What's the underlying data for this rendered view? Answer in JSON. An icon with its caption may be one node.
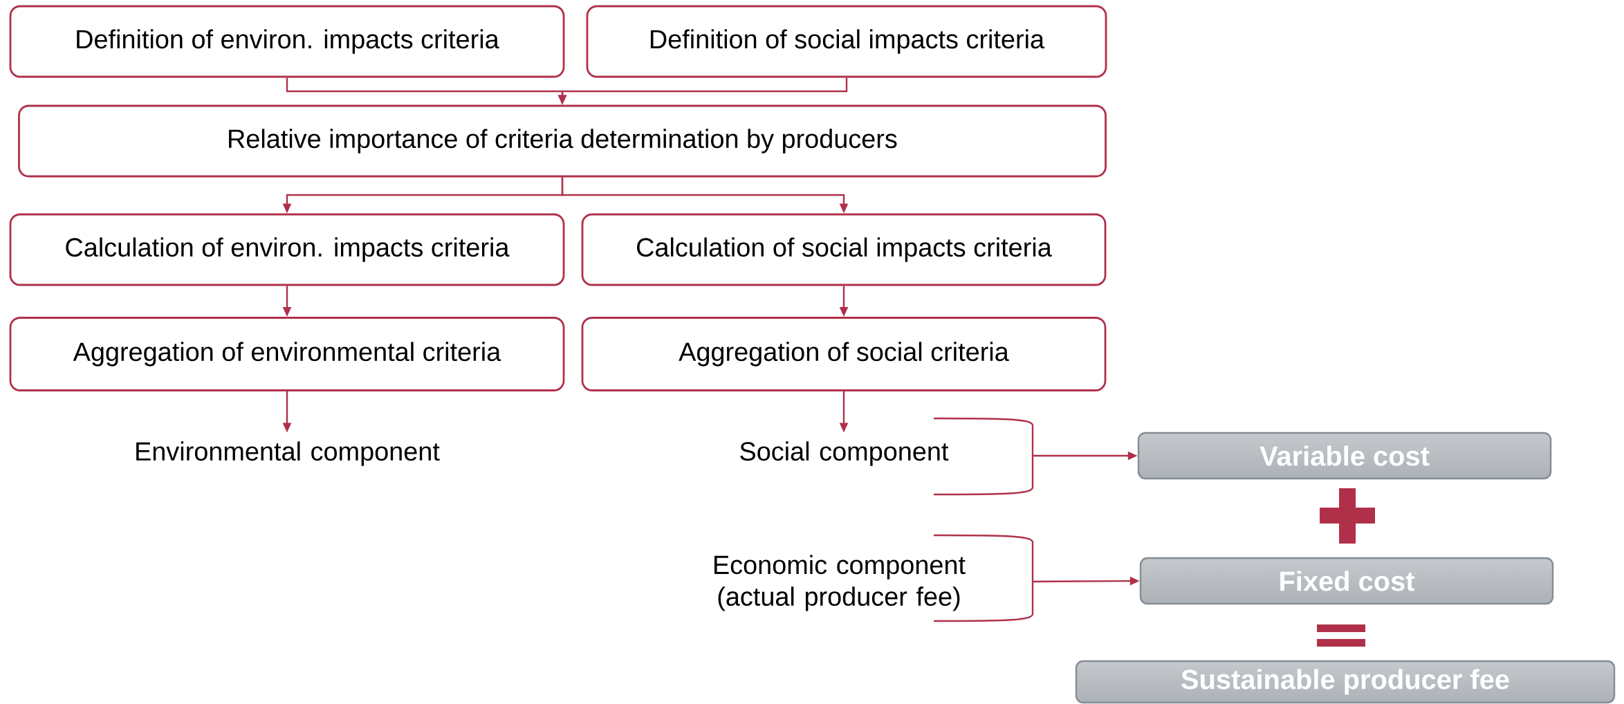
{
  "diagram": {
    "nodes": [
      {
        "text": [
          "Definition of environ. impacts criteria"
        ]
      },
      {
        "text": [
          "Definition of social impacts criteria"
        ]
      },
      {
        "text": [
          "Relative importance of criteria determination by producers"
        ]
      },
      {
        "text": [
          "Calculation of environ. impacts criteria"
        ]
      },
      {
        "text": [
          "Calculation of social impacts criteria"
        ]
      },
      {
        "text": [
          "Aggregation of environmental criteria"
        ]
      },
      {
        "text": [
          "Aggregation of social criteria"
        ]
      },
      {
        "text": [
          "Environmental component"
        ]
      },
      {
        "text": [
          "Social component"
        ]
      },
      {
        "text": [
          "Economic component (actual producer fee)"
        ]
      },
      {
        "text": [
          "Variable cost"
        ]
      },
      {
        "text": [
          "Fixed cost"
        ]
      },
      {
        "text": [
          "Sustainable producer fee"
        ]
      }
    ],
    "edges": [
      {
        "from": 0,
        "to": 2,
        "arrow": "to"
      },
      {
        "from": 1,
        "to": 2,
        "arrow": "to"
      },
      {
        "from": 2,
        "to": 3,
        "arrow": "to"
      },
      {
        "from": 2,
        "to": 4,
        "arrow": "to"
      },
      {
        "from": 3,
        "to": 5,
        "arrow": "to"
      },
      {
        "from": 4,
        "to": 6,
        "arrow": "to"
      },
      {
        "from": 5,
        "to": 7,
        "arrow": "to"
      },
      {
        "from": 6,
        "to": 8,
        "arrow": "to"
      },
      {
        "from": 8,
        "to": 10,
        "arrow": "to"
      },
      {
        "from": 9,
        "to": 11,
        "arrow": "to"
      }
    ]
  }
}
